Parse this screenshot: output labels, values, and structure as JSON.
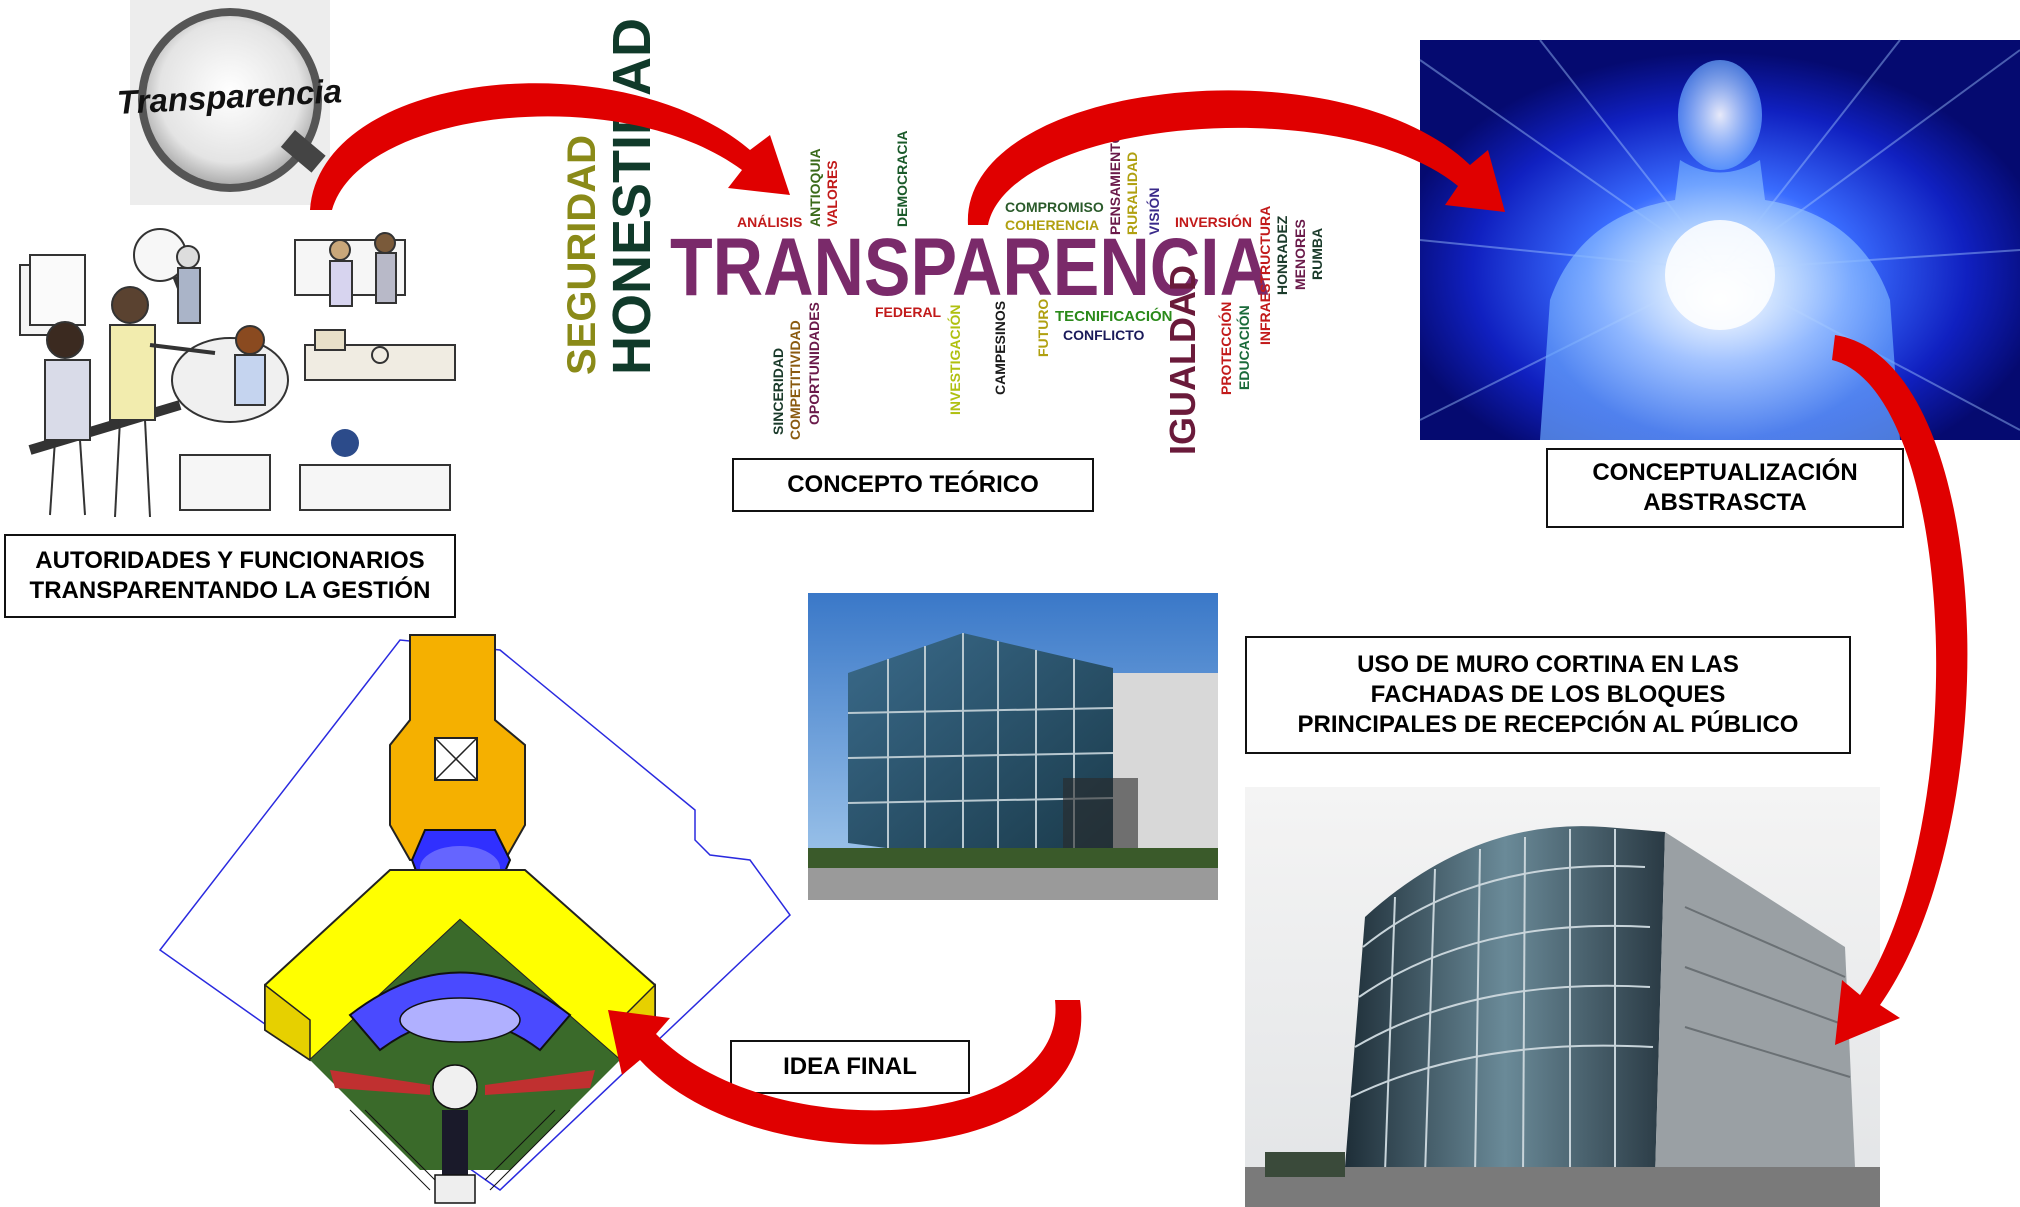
{
  "labels": {
    "autoridades": [
      "AUTORIDADES Y FUNCIONARIOS",
      "TRANSPARENTANDO LA GESTIÓN"
    ],
    "concepto": "CONCEPTO TEÓRICO",
    "conceptualizacion": [
      "CONCEPTUALIZACIÓN",
      "ABSTRASCTA"
    ],
    "muro": [
      "USO DE MURO CORTINA EN LAS",
      "FACHADAS DE LOS BLOQUES",
      "PRINCIPALES DE RECEPCIÓN AL PÚBLICO"
    ],
    "idea_final": "IDEA FINAL"
  },
  "magnifier_text": "Transparencia",
  "word_cloud": {
    "main": "TRANSPARENCIA",
    "words": [
      "HONESTIDAD",
      "SEGURIDAD",
      "IGUALDAD",
      "ANÁLISIS",
      "ANTIOQUIA",
      "VALORES",
      "DEMOCRACIA",
      "COMPROMISO",
      "COHERENCIA",
      "PENSAMIENTO",
      "RURALIDAD",
      "VISIÓN",
      "INVERSIÓN",
      "INFRAESTRUCTURA",
      "HONRADEZ",
      "MENORES",
      "RUMBA",
      "FEDERAL",
      "TECNIFICACIÓN",
      "CONFLICTO",
      "SINCERIDAD",
      "COMPETITIVIDAD",
      "OPORTUNIDADES",
      "INVESTIGACIÓN",
      "CAMPESINOS",
      "FUTURO",
      "PROTECCIÓN",
      "EDUCACIÓN"
    ]
  },
  "colors": {
    "arrow": "#e00000",
    "main_word": "#7a2a6a",
    "plan_orange": "#f5b000",
    "plan_yellow": "#ffff00",
    "plan_blue": "#2020ff",
    "sky_blue": "#1a2fd0"
  }
}
